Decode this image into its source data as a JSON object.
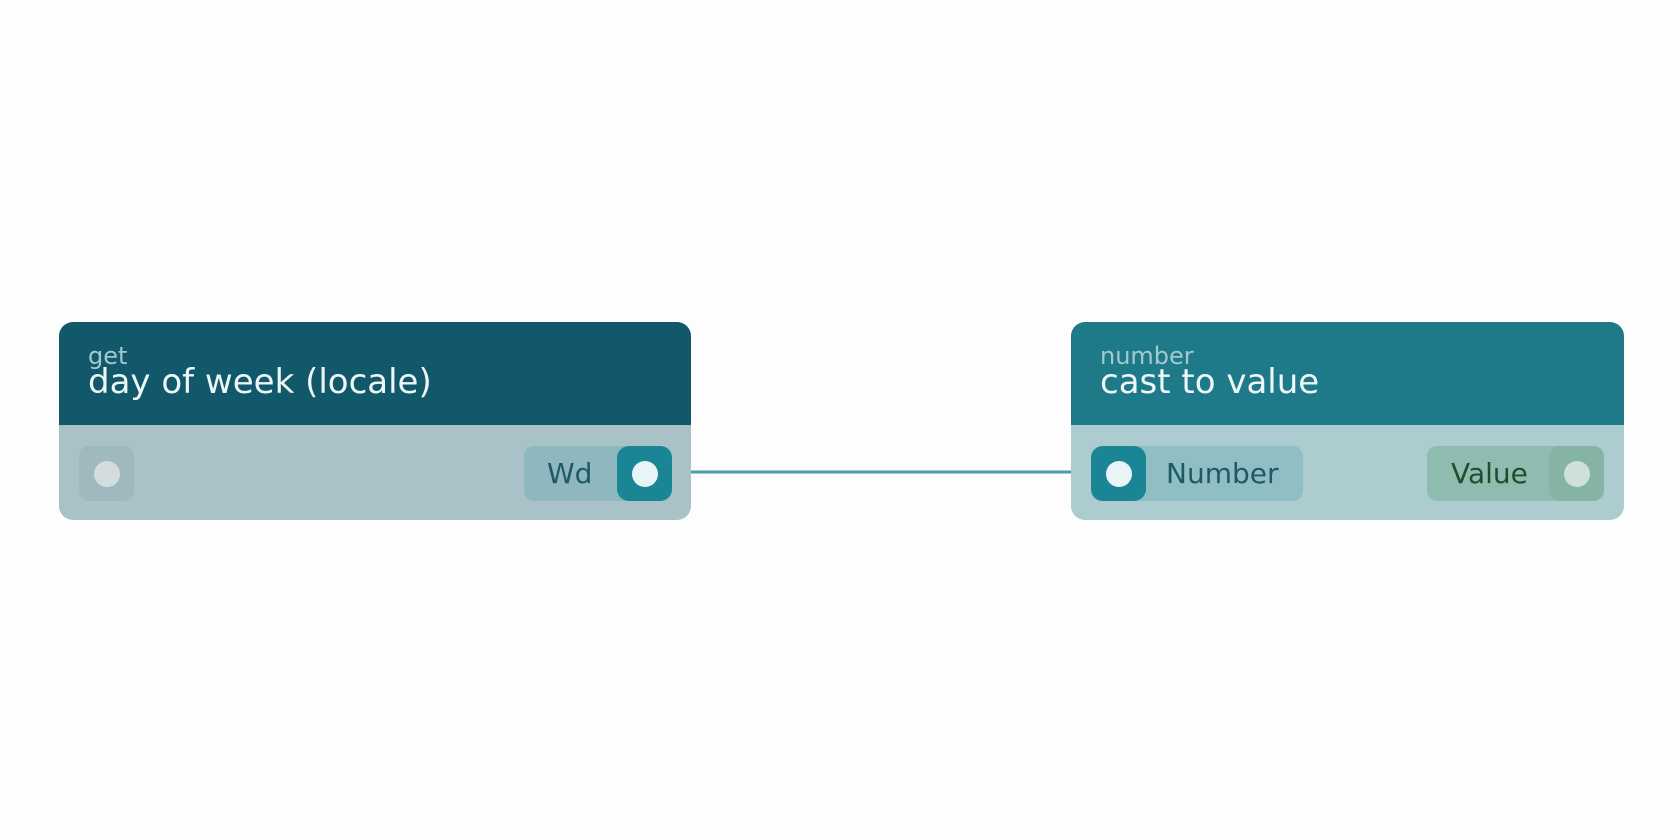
{
  "nodes": {
    "left": {
      "category": "get",
      "title": "day of week (locale)",
      "output_label": "Wd",
      "header_color": "#10586a"
    },
    "right": {
      "category": "number",
      "title": "cast to value",
      "input_label": "Number",
      "output_label": "Value",
      "header_color": "#1e7a88"
    }
  },
  "connection": {
    "from": "Wd",
    "to": "Number",
    "color": "#4a9eaa"
  },
  "icons": {
    "socket": "circle-dot-icon"
  }
}
